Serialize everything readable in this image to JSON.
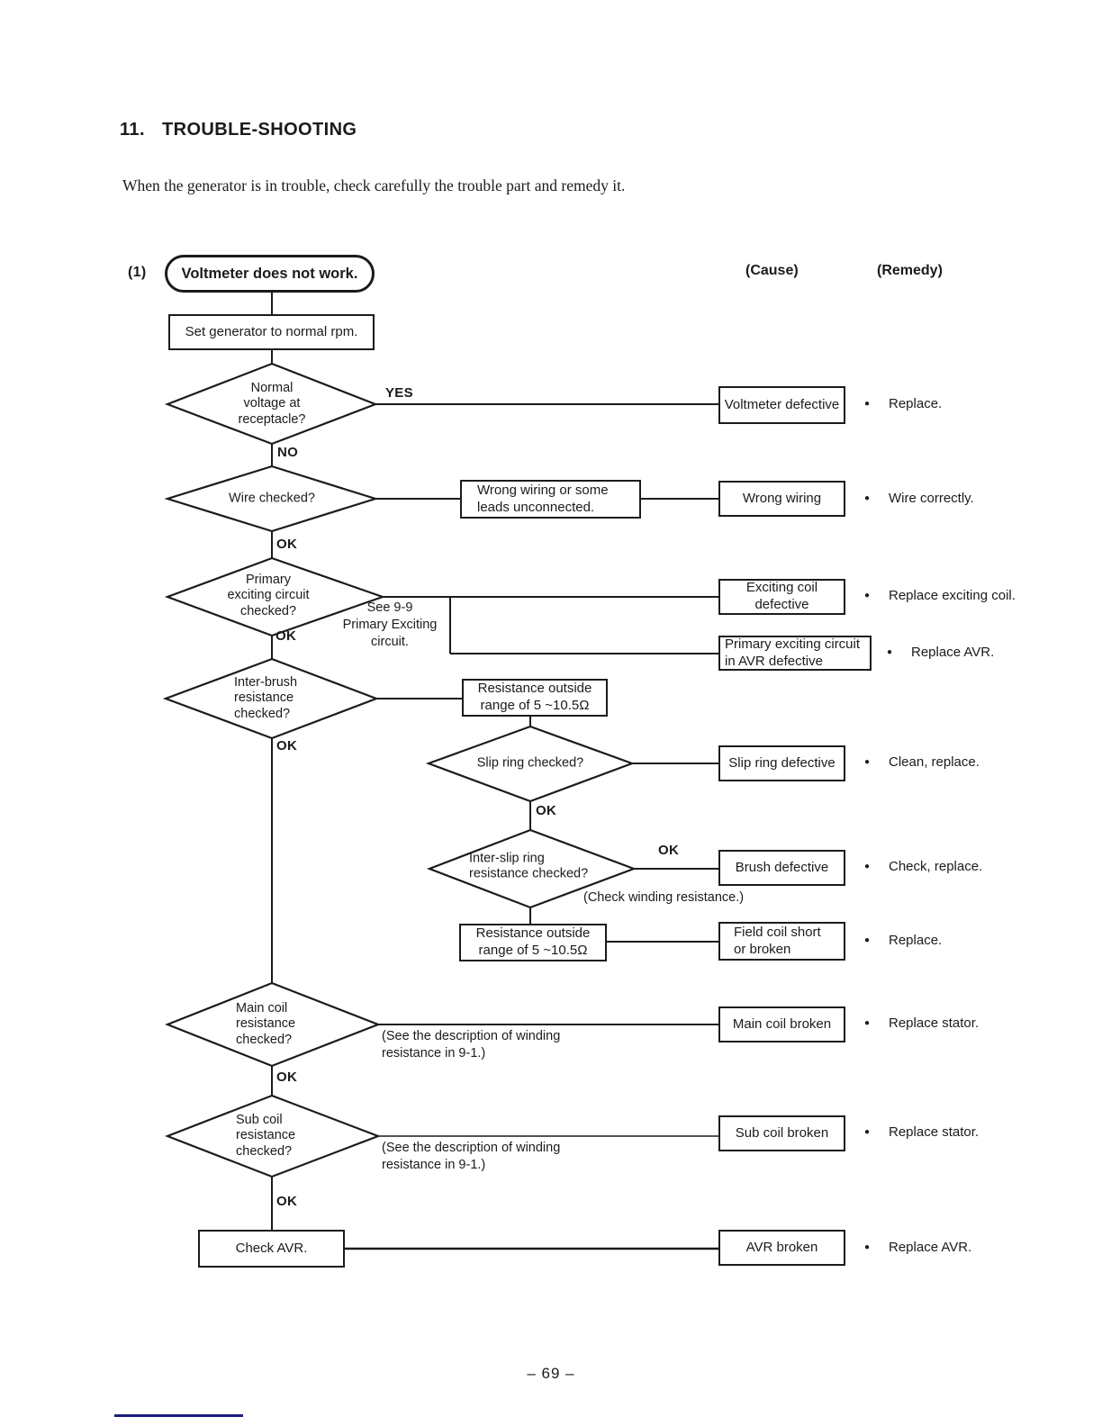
{
  "document": {
    "section_number": "11.",
    "section_title": "TROUBLE-SHOOTING",
    "intro": "When the generator is in trouble, check carefully the trouble part and remedy it.",
    "page_number": "– 69 –"
  },
  "flowchart": {
    "index_label": "(1)",
    "start": "Voltmeter does not work.",
    "cause_header": "(Cause)",
    "remedy_header": "(Remedy)",
    "bullet": "●",
    "labels": {
      "yes": "YES",
      "no": "NO",
      "ok": "OK"
    },
    "process": {
      "set_rpm": "Set generator to normal rpm.",
      "wrong_wiring_desc": "Wrong wiring or some\nleads unconnected.",
      "resistance_outside_1": "Resistance outside\nrange of 5 ~10.5Ω",
      "resistance_outside_2": "Resistance outside\nrange of 5 ~10.5Ω",
      "check_avr": "Check AVR."
    },
    "decisions": {
      "normal_voltage": "Normal\nvoltage at\nreceptacle?",
      "wire_checked": "Wire checked?",
      "primary_exciting": "Primary\nexciting circuit\nchecked?",
      "inter_brush": "Inter-brush\nresistance\nchecked?",
      "slip_ring": "Slip ring checked?",
      "inter_slip_ring": "Inter-slip ring\nresistance checked?",
      "main_coil": "Main coil\nresistance\nchecked?",
      "sub_coil": "Sub coil\nresistance\nchecked?"
    },
    "annotations": {
      "see_9_9": "See 9-9\nPrimary Exciting\ncircuit.",
      "check_winding": "(Check winding resistance.)",
      "see_winding_main": "(See the description of winding\nresistance in 9-1.)",
      "see_winding_sub": "(See the description of winding\nresistance in 9-1.)"
    },
    "causes": {
      "voltmeter_defective": "Voltmeter defective",
      "wrong_wiring": "Wrong wiring",
      "exciting_coil": "Exciting coil\ndefective",
      "avr_circuit": "Primary exciting circuit\nin AVR defective",
      "slip_ring_defective": "Slip ring defective",
      "brush_defective": "Brush defective",
      "field_coil": "Field coil short\nor broken",
      "main_coil_broken": "Main coil broken",
      "sub_coil_broken": "Sub coil broken",
      "avr_broken": "AVR broken"
    },
    "remedies": {
      "replace": "Replace.",
      "wire_correctly": "Wire correctly.",
      "replace_exciting_coil": "Replace exciting coil.",
      "replace_avr_1": "Replace AVR.",
      "clean_replace": "Clean, replace.",
      "check_replace": "Check, replace.",
      "replace_2": "Replace.",
      "replace_stator_1": "Replace stator.",
      "replace_stator_2": "Replace stator.",
      "replace_avr_2": "Replace AVR."
    }
  }
}
